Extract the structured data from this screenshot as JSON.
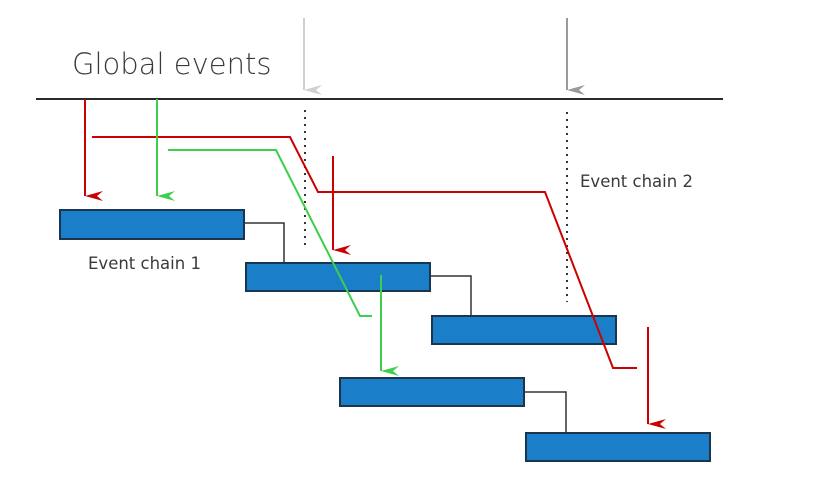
{
  "title": "Global events",
  "labels": {
    "chain1": "Event chain 1",
    "chain2": "Event chain 2"
  },
  "colors": {
    "bar_fill": "#1b7ec8",
    "bar_stroke": "#1a3550",
    "timeline": "#2a2a2a",
    "connector": "#333333",
    "red": "#cc0000",
    "green": "#3ccf4e",
    "gray_light": "#cfcfcf",
    "gray_dark": "#9a9a9a",
    "dotted": "#333333"
  }
}
